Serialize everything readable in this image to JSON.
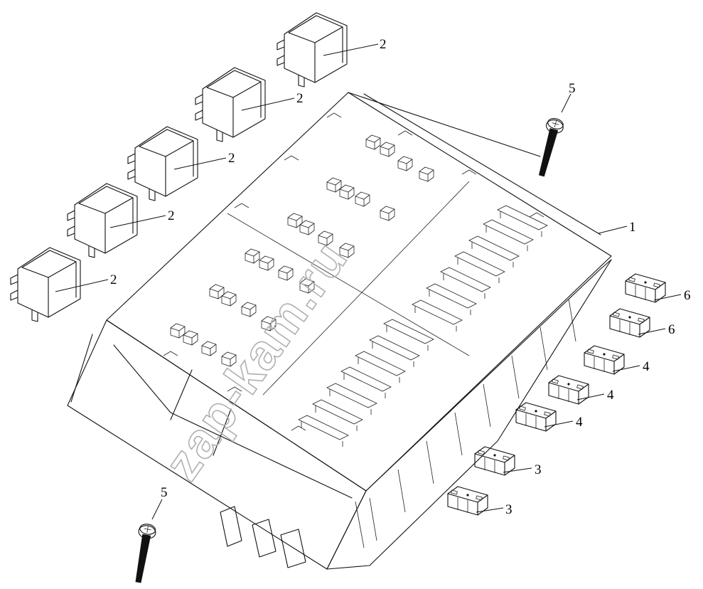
{
  "diagram": {
    "callouts": {
      "housing": "1",
      "relay": "2",
      "fuse_small": "3",
      "fuse_medium": "4",
      "screw": "5",
      "fuse_large": "6"
    },
    "watermark": "zap-kam.ru"
  }
}
